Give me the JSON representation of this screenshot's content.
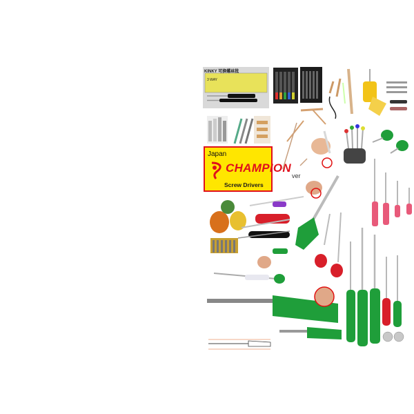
{
  "logo": {
    "origin": "Japan",
    "brand": "CHAMPION",
    "subtitle": "Screw Drivers"
  },
  "kinky_box": {
    "label": "KINKY 可换螺丝批"
  },
  "caption_ver": "ver",
  "colors": {
    "logo_yellow": "#ffe600",
    "logo_red": "#e0101c",
    "handle_green": "#1f9e3a",
    "handle_red": "#d81f2a",
    "handle_pink": "#e85a7a",
    "shaft_silver": "#b8b8b8"
  }
}
